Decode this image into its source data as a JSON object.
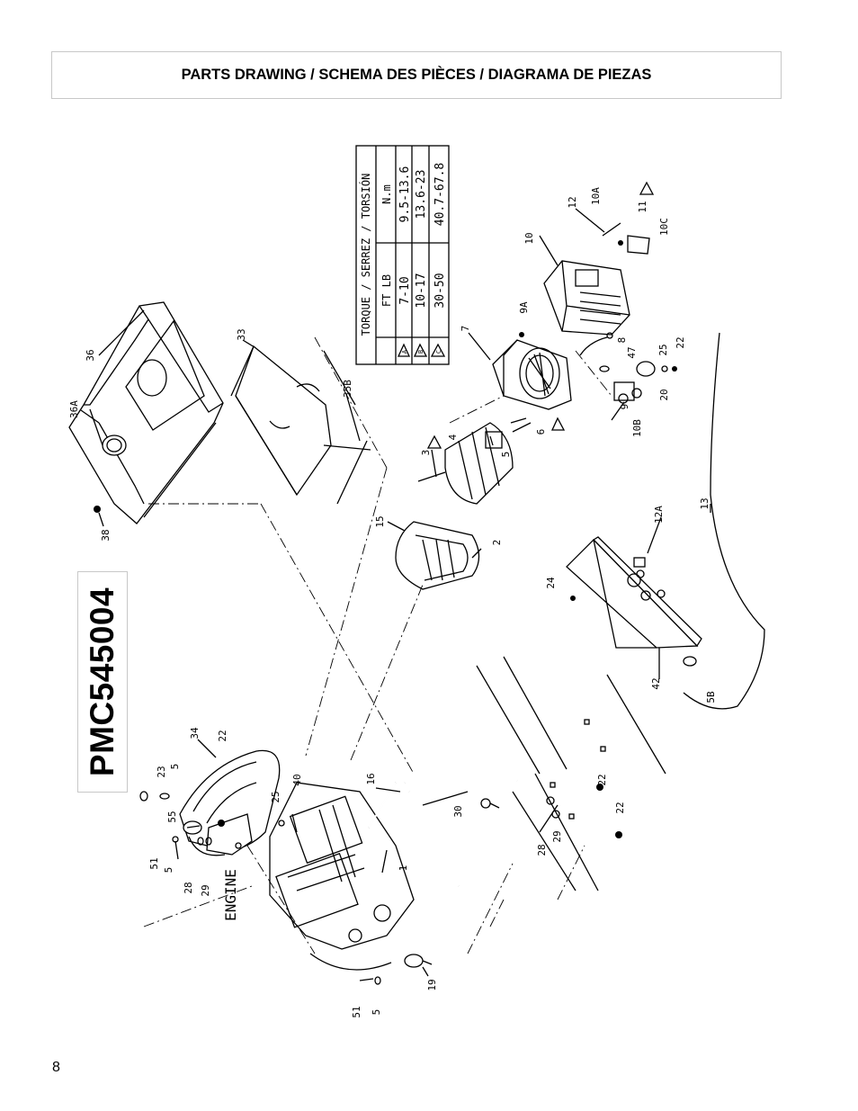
{
  "header": {
    "title": "PARTS DRAWING / SCHEMA DES PIÈCES / DIAGRAMA DE PIEZAS"
  },
  "model": {
    "number": "PMC545004"
  },
  "page": {
    "number": "8"
  },
  "torque_table": {
    "title": "TORQUE / SERREZ / TORSIÓN",
    "headers": [
      "FT LB",
      "N.m"
    ],
    "rows": [
      {
        "symbol": "A",
        "ft_lb": "7-10",
        "nm": "9.5-13.6"
      },
      {
        "symbol": "B",
        "ft_lb": "10-17",
        "nm": "13.6-23"
      },
      {
        "symbol": "C",
        "ft_lb": "30-50",
        "nm": "40.7-67.8"
      }
    ]
  },
  "drawing": {
    "engine_label": "ENGINE",
    "part_labels": {
      "p36A": "36A",
      "p36": "36",
      "p33": "33",
      "p35B": "35B",
      "p38": "38",
      "p34": "34",
      "p22a": "22",
      "p23": "23",
      "p5a": "5",
      "p55": "55",
      "p51a": "51",
      "p5b": "5",
      "p28a": "28",
      "p29a": "29",
      "p25a": "25",
      "p40": "40",
      "p1": "1",
      "p16": "16",
      "p19": "19",
      "p51b": "51",
      "p5c": "5",
      "p30": "30",
      "p28b": "28",
      "p29b": "29",
      "p22b": "22",
      "p22c": "22",
      "p2": "2",
      "p15": "15",
      "p3": "3",
      "p4": "4",
      "p5d": "5",
      "p6": "6",
      "p7": "7",
      "p8": "8",
      "p9A": "9A",
      "p9": "9",
      "p10": "10",
      "p10A": "10A",
      "p10B": "10B",
      "p10C": "10C",
      "p11": "11",
      "p12": "12",
      "p12A": "12A",
      "p13": "13",
      "p20": "20",
      "p22d": "22",
      "p25b": "25",
      "p24": "24",
      "p42": "42",
      "p47": "47",
      "p5B": "5B"
    }
  },
  "icons": {
    "torque_a": "triangle-a-icon",
    "torque_b": "triangle-b-icon",
    "torque_c": "triangle-c-icon"
  }
}
